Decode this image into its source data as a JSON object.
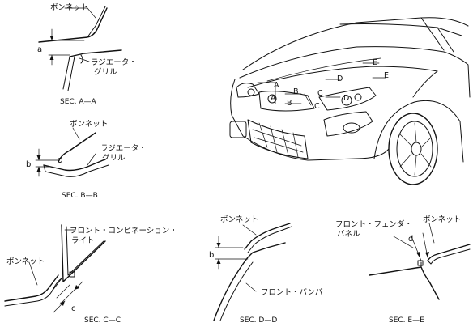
{
  "sections": {
    "a": {
      "bonnet": "ボンネット",
      "grille_l1": "ラジエータ・",
      "grille_l2": "グリル",
      "dim": "a",
      "caption": "SEC. A—A"
    },
    "b": {
      "bonnet": "ボンネット",
      "grille_l1": "ラジエータ・",
      "grille_l2": "グリル",
      "dim": "b",
      "caption": "SEC. B—B"
    },
    "c": {
      "combi_l1": "フロント・コンビネーション・",
      "combi_l2": "ライト",
      "bonnet": "ボンネット",
      "dim": "c",
      "caption": "SEC. C—C"
    },
    "d": {
      "bonnet": "ボンネット",
      "bumper": "フロント・バンパ",
      "dim": "b",
      "caption": "SEC. D—D"
    },
    "e": {
      "fender_l1": "フロント・フェンダ・",
      "fender_l2": "パネル",
      "bonnet": "ボンネット",
      "dim": "d",
      "caption": "SEC. E—E"
    }
  },
  "car_markers": [
    "A",
    "A",
    "B",
    "B",
    "C",
    "C",
    "D",
    "D",
    "E",
    "E"
  ]
}
